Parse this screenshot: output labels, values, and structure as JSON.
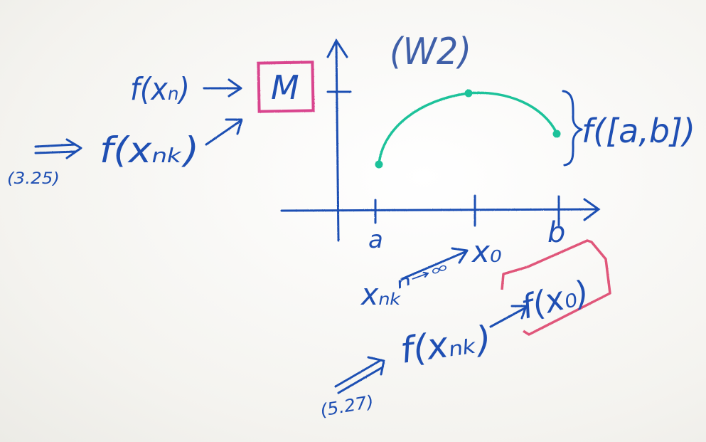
{
  "colors": {
    "ink_blue": "#1f4fb3",
    "ink_teal": "#1fc29a",
    "ink_magenta": "#d9448e",
    "ink_red": "#e0567a",
    "board": "#f7f6f3"
  },
  "labels": {
    "board_label": "(W2)",
    "f_xn": "f(xₙ)",
    "max_symbol": "M",
    "f_xnk_top": "f(xₙₖ)",
    "eq_ref_top": "(3.25)",
    "range_label": "f([a,b])",
    "tick_a": "a",
    "tick_x0": "x₀",
    "tick_b": "b",
    "limit_seq": "xₙₖ",
    "limit_sub": "n→∞",
    "f_xnk_bottom": "f(xₙₖ)",
    "f_x0": "f(x₀)",
    "eq_ref_bottom": "(5.27)"
  }
}
